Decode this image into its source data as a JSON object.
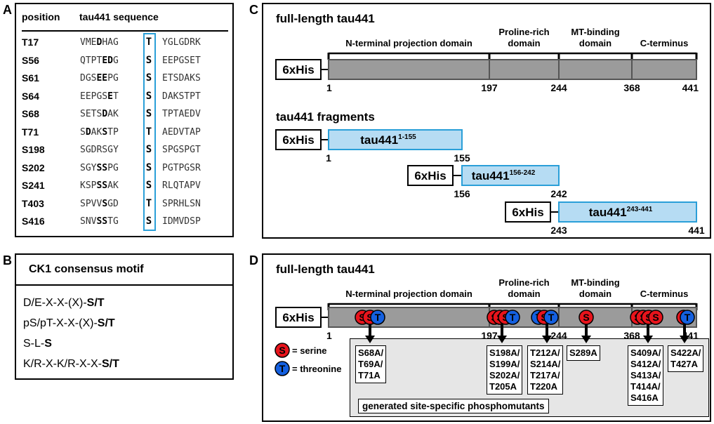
{
  "panels": {
    "a": "A",
    "b": "B",
    "c": "C",
    "d": "D"
  },
  "tableA": {
    "header_position": "position",
    "header_sequence": "tau441 sequence",
    "rows": [
      {
        "pos": "T17",
        "pre": [
          [
            "VME",
            0
          ],
          [
            "D",
            1
          ],
          [
            "HAG",
            0
          ]
        ],
        "site": "T",
        "post": "YGLGDRK"
      },
      {
        "pos": "S56",
        "pre": [
          [
            "QTPT",
            0
          ],
          [
            "ED",
            1
          ],
          [
            "G",
            0
          ]
        ],
        "site": "S",
        "post": "EEPGSET"
      },
      {
        "pos": "S61",
        "pre": [
          [
            "DGS",
            0
          ],
          [
            "EE",
            1
          ],
          [
            "PG",
            0
          ]
        ],
        "site": "S",
        "post": "ETSDAKS"
      },
      {
        "pos": "S64",
        "pre": [
          [
            "EEPGS",
            0
          ],
          [
            "E",
            1
          ],
          [
            "T",
            0
          ]
        ],
        "site": "S",
        "post": "DAKSTPT"
      },
      {
        "pos": "S68",
        "pre": [
          [
            "SETS",
            0
          ],
          [
            "D",
            1
          ],
          [
            "AK",
            0
          ]
        ],
        "site": "S",
        "post": "TPTAEDV"
      },
      {
        "pos": "T71",
        "pre": [
          [
            "S",
            0
          ],
          [
            "D",
            1
          ],
          [
            "AK",
            0
          ],
          [
            "S",
            1
          ],
          [
            "TP",
            0
          ]
        ],
        "site": "T",
        "post": "AEDVTAP"
      },
      {
        "pos": "S198",
        "pre": [
          [
            "SGDRSGY",
            0
          ]
        ],
        "site": "S",
        "post": "SPGSPGT"
      },
      {
        "pos": "S202",
        "pre": [
          [
            "SGY",
            0
          ],
          [
            "SS",
            1
          ],
          [
            "PG",
            0
          ]
        ],
        "site": "S",
        "post": "PGTPGSR"
      },
      {
        "pos": "S241",
        "pre": [
          [
            "KSP",
            0
          ],
          [
            "SS",
            1
          ],
          [
            "AK",
            0
          ]
        ],
        "site": "S",
        "post": "RLQTAPV"
      },
      {
        "pos": "T403",
        "pre": [
          [
            "SPVV",
            0
          ],
          [
            "S",
            1
          ],
          [
            "GD",
            0
          ]
        ],
        "site": "T",
        "post": "SPRHLSN"
      },
      {
        "pos": "S416",
        "pre": [
          [
            "SNV",
            0
          ],
          [
            "SS",
            1
          ],
          [
            "TG",
            0
          ]
        ],
        "site": "S",
        "post": "IDMVDSP"
      }
    ]
  },
  "motifB": {
    "title": "CK1 consensus motif",
    "lines": [
      [
        [
          "D/E-X-X-(X)-",
          0
        ],
        [
          "S/T",
          1
        ]
      ],
      [
        [
          "pS/pT-X-X-(X)-",
          0
        ],
        [
          "S/T",
          1
        ]
      ],
      [
        [
          "S-L-",
          0
        ],
        [
          "S",
          1
        ]
      ],
      [
        [
          "K/R-X-K/R-X-X-",
          0
        ],
        [
          "S/T",
          1
        ]
      ]
    ]
  },
  "panelC": {
    "title": "full-length tau441",
    "domains": [
      "N-terminal projection domain",
      "Proline-rich domain",
      "MT-binding domain",
      "C-terminus"
    ],
    "tag": "6xHis",
    "ticks": [
      "1",
      "197",
      "244",
      "368",
      "441"
    ],
    "fragments_title": "tau441 fragments",
    "fragments": [
      {
        "name": "tau441",
        "range": "1-155",
        "start": "1",
        "end": "155"
      },
      {
        "name": "tau441",
        "range": "156-242",
        "start": "156",
        "end": "242"
      },
      {
        "name": "tau441",
        "range": "243-441",
        "start": "243",
        "end": "441"
      }
    ]
  },
  "panelD": {
    "title": "full-length tau441",
    "domains": [
      "N-terminal projection domain",
      "Proline-rich domain",
      "MT-binding domain",
      "C-terminus"
    ],
    "tag": "6xHis",
    "ticks": [
      "1",
      "197",
      "244",
      "368",
      "441"
    ],
    "legend": [
      {
        "letter": "S",
        "label": "= serine",
        "color": "#e8141c"
      },
      {
        "letter": "T",
        "label": "= threonine",
        "color": "#1460e0"
      }
    ],
    "mutant_groups": [
      [
        "S68A/",
        "T69A/",
        "T71A"
      ],
      [
        "S198A/",
        "S199A/",
        "S202A/",
        "T205A"
      ],
      [
        "T212A/",
        "S214A/",
        "T217A/",
        "T220A"
      ],
      [
        "S289A"
      ],
      [
        "S409A/",
        "S412A/",
        "S413A/",
        "T414A/",
        "S416A"
      ],
      [
        "S422A/",
        "T427A"
      ]
    ],
    "footer": "generated site-specific phosphomutants"
  }
}
